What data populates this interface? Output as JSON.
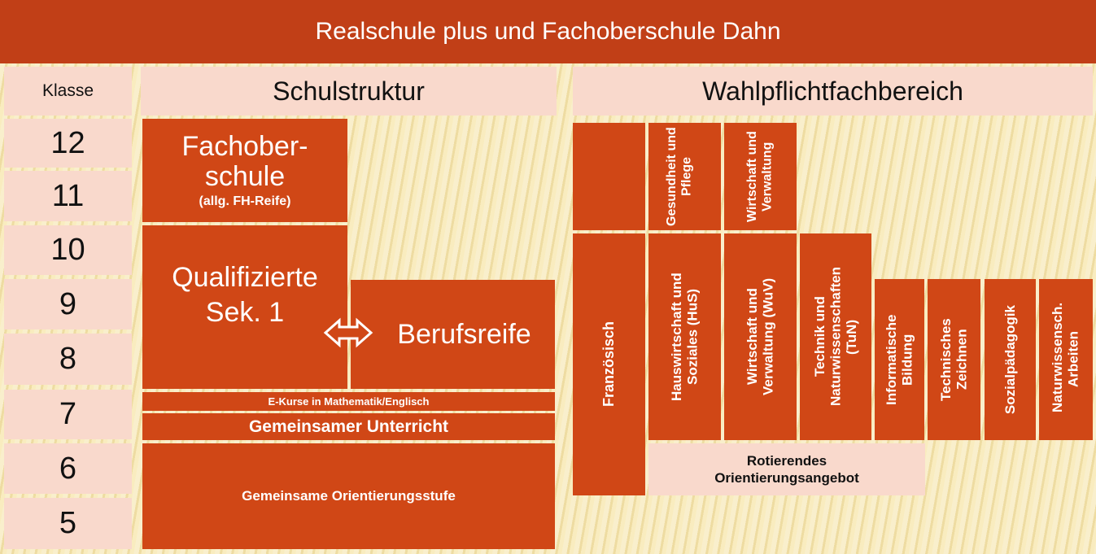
{
  "title": "Realschule plus und Fachoberschule Dahn",
  "klasse": {
    "header": "Klasse",
    "rows": [
      "12",
      "11",
      "10",
      "9",
      "8",
      "7",
      "6",
      "5"
    ]
  },
  "schulstruktur": {
    "header": "Schulstruktur",
    "fachoberschule_line1": "Fachober-",
    "fachoberschule_line2": "schule",
    "fachoberschule_sub": "(allg. FH-Reife)",
    "qualifizierte_line1": "Qualifizierte",
    "qualifizierte_line2": "Sek. 1",
    "berufsreife": "Berufsreife",
    "e_kurse": "E-Kurse in Mathematik/Englisch",
    "gemeinsamer_unterricht": "Gemeinsamer Unterricht",
    "orientierungsstufe": "Gemeinsame Orientierungsstufe"
  },
  "wahlpflicht": {
    "header": "Wahlpflichtfachbereich",
    "fos": {
      "gesundheit": "Gesundheit und Pflege",
      "wirtschaft": "Wirtschaft und Verwaltung"
    },
    "franzoesisch": "Französisch",
    "hus": "Hauswirtschaft und Soziales (HuS)",
    "wuv": "Wirtschaft und Verwaltung (WuV)",
    "tun": "Technik und Naturwissenschaften (TuN)",
    "informatik": "Informatische Bildung",
    "technisches": "Technisches Zeichnen",
    "sozial": "Sozialpädagogik",
    "naturwiss": "Naturwissensch. Arbeiten",
    "rotierendes_line1": "Rotierendes",
    "rotierendes_line2": "Orientierungsangebot"
  },
  "colors": {
    "title_bg": "#c13f17",
    "box": "#d04716",
    "pink": "#f9d9cc"
  }
}
